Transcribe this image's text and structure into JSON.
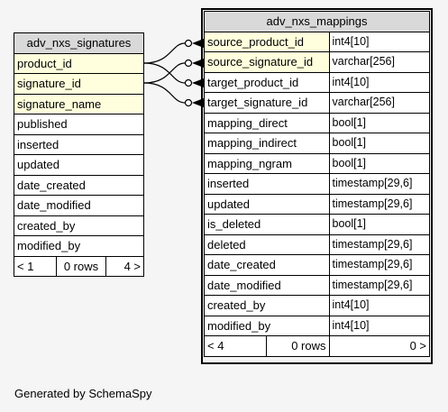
{
  "left_table": {
    "name": "adv_nxs_signatures",
    "key_columns": [
      "product_id",
      "signature_id",
      "signature_name"
    ],
    "columns": [
      "published",
      "inserted",
      "updated",
      "date_created",
      "date_modified",
      "created_by",
      "modified_by"
    ],
    "footer": {
      "parents": "< 1",
      "rows": "0 rows",
      "children": "4 >"
    }
  },
  "right_table": {
    "name": "adv_nxs_mappings",
    "key_columns": [
      {
        "name": "source_product_id",
        "type": "int4[10]"
      },
      {
        "name": "source_signature_id",
        "type": "varchar[256]"
      }
    ],
    "columns": [
      {
        "name": "target_product_id",
        "type": "int4[10]"
      },
      {
        "name": "target_signature_id",
        "type": "varchar[256]"
      },
      {
        "name": "mapping_direct",
        "type": "bool[1]"
      },
      {
        "name": "mapping_indirect",
        "type": "bool[1]"
      },
      {
        "name": "mapping_ngram",
        "type": "bool[1]"
      },
      {
        "name": "inserted",
        "type": "timestamp[29,6]"
      },
      {
        "name": "updated",
        "type": "timestamp[29,6]"
      },
      {
        "name": "is_deleted",
        "type": "bool[1]"
      },
      {
        "name": "deleted",
        "type": "timestamp[29,6]"
      },
      {
        "name": "date_created",
        "type": "timestamp[29,6]"
      },
      {
        "name": "date_modified",
        "type": "timestamp[29,6]"
      },
      {
        "name": "created_by",
        "type": "int4[10]"
      },
      {
        "name": "modified_by",
        "type": "int4[10]"
      }
    ],
    "footer": {
      "parents": "< 4",
      "rows": "0 rows",
      "children": "0 >"
    }
  },
  "footer_text": "Generated by SchemaSpy"
}
